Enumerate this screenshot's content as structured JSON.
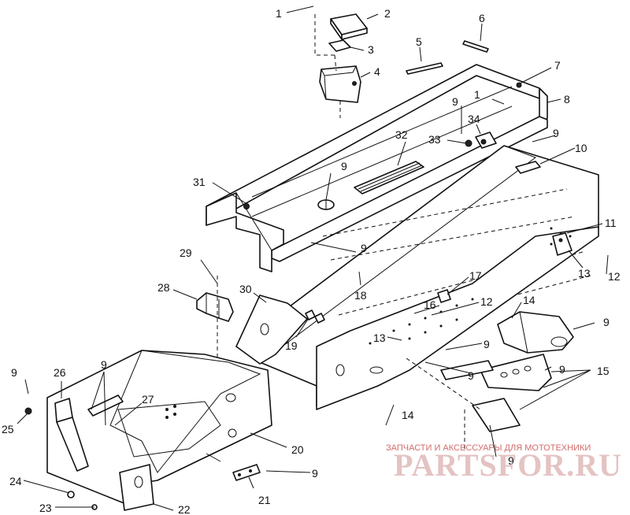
{
  "callouts": [
    {
      "id": "c1a",
      "text": "1"
    },
    {
      "id": "c2",
      "text": "2"
    },
    {
      "id": "c3",
      "text": "3"
    },
    {
      "id": "c4",
      "text": "4"
    },
    {
      "id": "c5",
      "text": "5"
    },
    {
      "id": "c6",
      "text": "6"
    },
    {
      "id": "c7",
      "text": "7"
    },
    {
      "id": "c1b",
      "text": "1"
    },
    {
      "id": "c8",
      "text": "8"
    },
    {
      "id": "c9a",
      "text": "9"
    },
    {
      "id": "c34",
      "text": "34"
    },
    {
      "id": "c9b",
      "text": "9"
    },
    {
      "id": "c33",
      "text": "33"
    },
    {
      "id": "c32",
      "text": "32"
    },
    {
      "id": "c10",
      "text": "10"
    },
    {
      "id": "c31",
      "text": "31"
    },
    {
      "id": "c9c",
      "text": "9"
    },
    {
      "id": "c11",
      "text": "11"
    },
    {
      "id": "c29",
      "text": "29"
    },
    {
      "id": "c9d",
      "text": "9"
    },
    {
      "id": "c13a",
      "text": "13"
    },
    {
      "id": "c12a",
      "text": "12"
    },
    {
      "id": "c28",
      "text": "28"
    },
    {
      "id": "c30",
      "text": "30"
    },
    {
      "id": "c18",
      "text": "18"
    },
    {
      "id": "c17",
      "text": "17"
    },
    {
      "id": "c16",
      "text": "16"
    },
    {
      "id": "c12b",
      "text": "12"
    },
    {
      "id": "c14a",
      "text": "14"
    },
    {
      "id": "c9e",
      "text": "9"
    },
    {
      "id": "c19",
      "text": "19"
    },
    {
      "id": "c13b",
      "text": "13"
    },
    {
      "id": "c9f",
      "text": "9"
    },
    {
      "id": "c9g",
      "text": "9"
    },
    {
      "id": "c15",
      "text": "15"
    },
    {
      "id": "c9h",
      "text": "9"
    },
    {
      "id": "c26",
      "text": "26"
    },
    {
      "id": "c9i",
      "text": "9"
    },
    {
      "id": "c9j",
      "text": "9"
    },
    {
      "id": "c27",
      "text": "27"
    },
    {
      "id": "c25",
      "text": "25"
    },
    {
      "id": "c14b",
      "text": "14"
    },
    {
      "id": "c20",
      "text": "20"
    },
    {
      "id": "c9k",
      "text": "9"
    },
    {
      "id": "c9l",
      "text": "9"
    },
    {
      "id": "c24",
      "text": "24"
    },
    {
      "id": "c21",
      "text": "21"
    },
    {
      "id": "c23",
      "text": "23"
    },
    {
      "id": "c22",
      "text": "22"
    }
  ],
  "watermark": {
    "tagline": "ЗАПЧАСТИ И АКСЕССУАРЫ ДЛЯ МОТОТЕХНИКИ",
    "brand": "PARTSFOR.RU"
  }
}
